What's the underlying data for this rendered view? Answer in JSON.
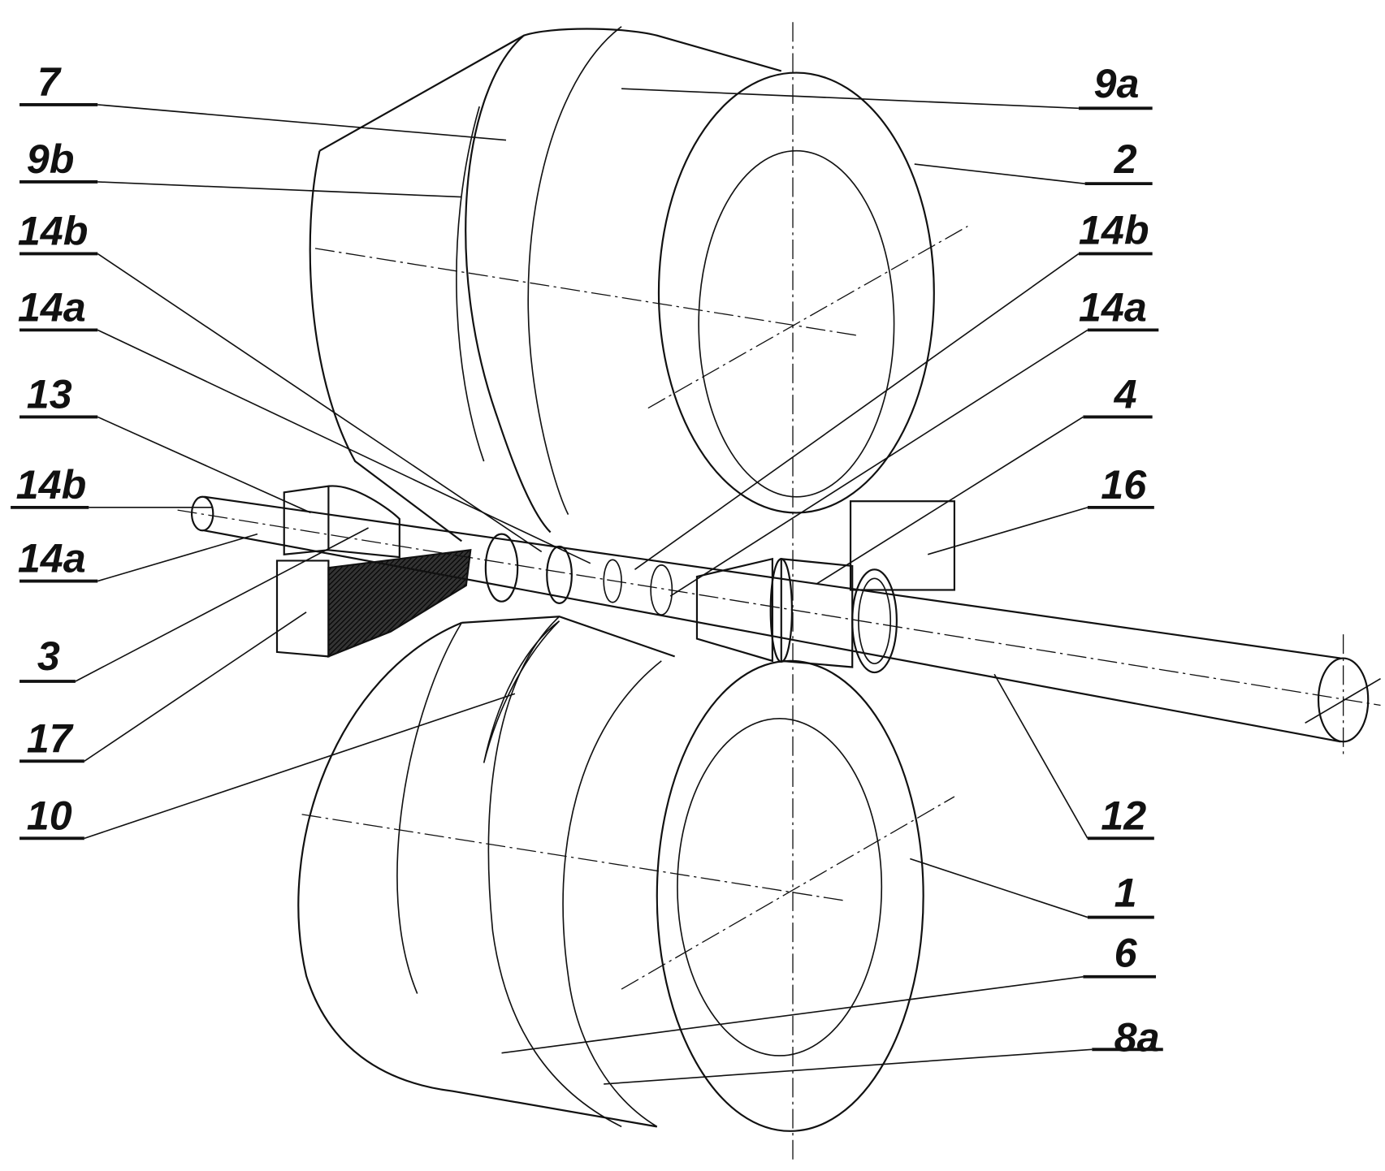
{
  "figure": {
    "labels_left": [
      "7",
      "9b",
      "14b",
      "14a",
      "13",
      "14b",
      "14a",
      "3",
      "17",
      "10"
    ],
    "labels_right": [
      "9a",
      "2",
      "14b",
      "14a",
      "4",
      "16",
      "12",
      "1",
      "6",
      "8a"
    ]
  }
}
